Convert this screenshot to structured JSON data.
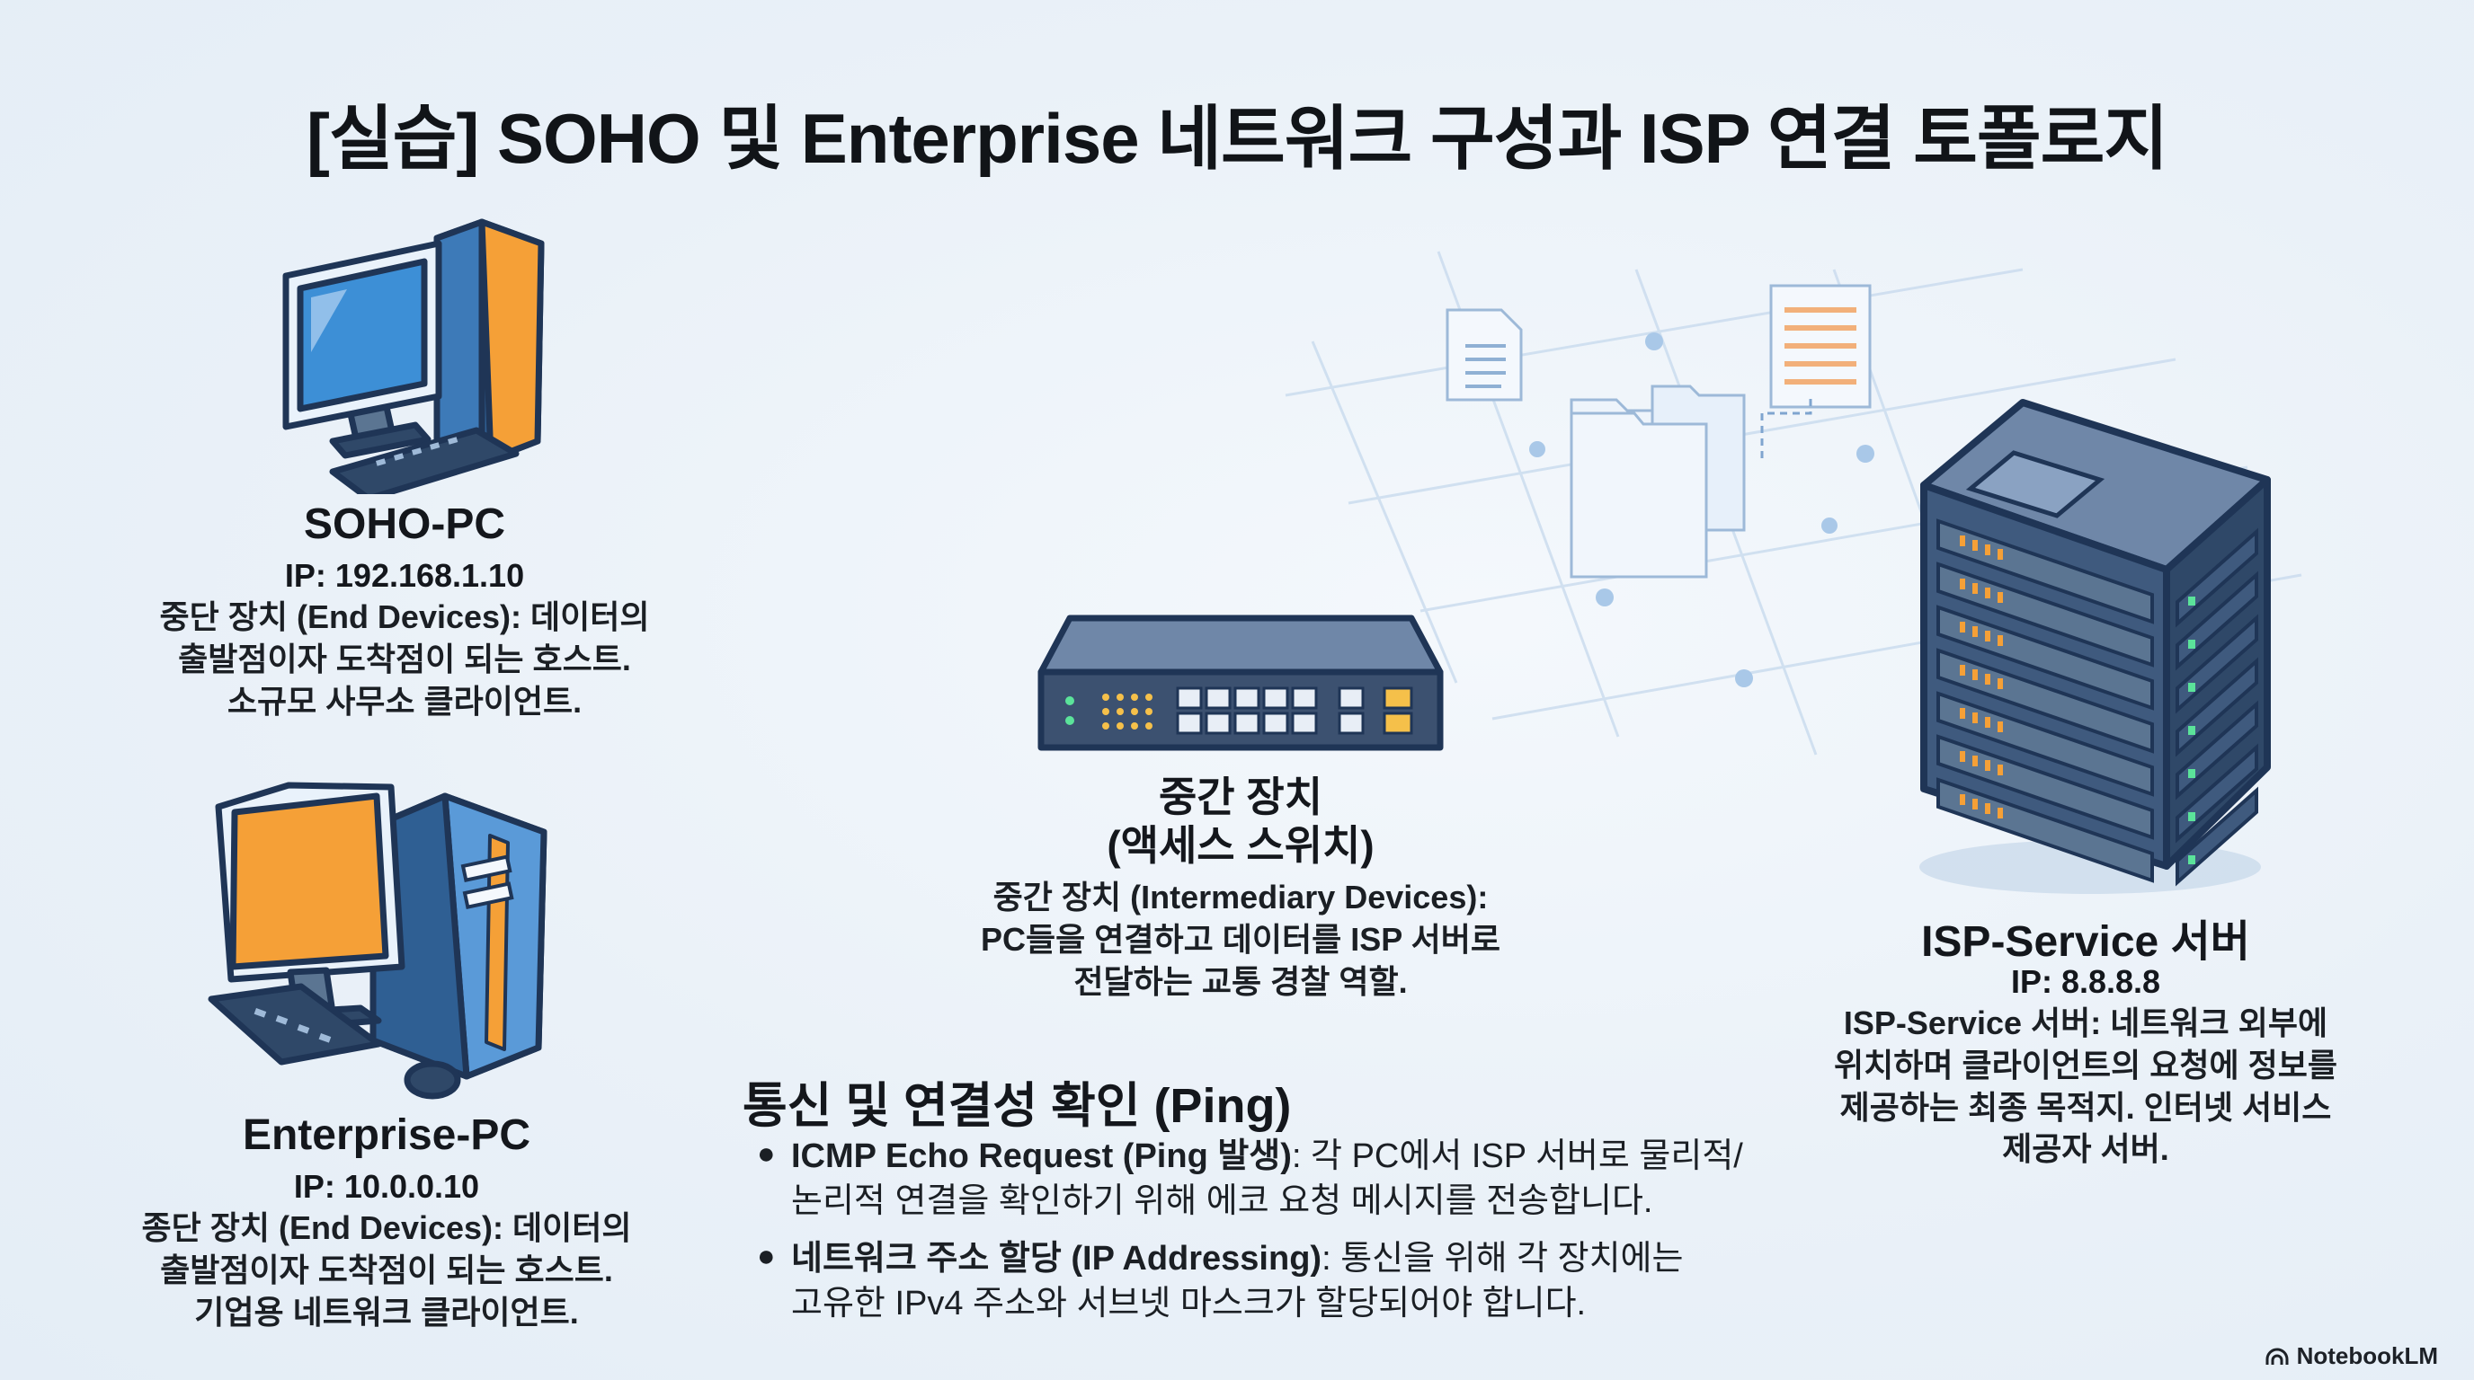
{
  "title": "[실습] SOHO 및 Enterprise 네트워크 구성과 ISP 연결 토폴로지",
  "soho_pc": {
    "name": "SOHO-PC",
    "ip": "IP: 192.168.1.10",
    "desc_lines": [
      "중단 장치 (End Devices): 데이터의",
      "출발점이자 도착점이 되는 호스트.",
      "소규모 사무소 클라이언트."
    ]
  },
  "enterprise_pc": {
    "name": "Enterprise-PC",
    "ip": "IP: 10.0.0.10",
    "desc_lines": [
      "종단 장치 (End Devices): 데이터의",
      "출발점이자 도착점이 되는 호스트.",
      "기업용 네트워크 클라이언트."
    ]
  },
  "switch": {
    "name_lines": [
      "중간 장치",
      "(액세스 스위치)"
    ],
    "desc_lines": [
      "중간 장치 (Intermediary Devices):",
      "PC들을 연결하고 데이터를 ISP 서버로",
      "전달하는 교통 경찰 역할."
    ]
  },
  "isp_server": {
    "name": "ISP-Service 서버",
    "ip": "IP: 8.8.8.8",
    "desc_lines": [
      "ISP-Service 서버: 네트워크 외부에",
      "위치하며 클라이언트의 요청에 정보를",
      "제공하는 최종 목적지. 인터넷 서비스",
      "제공자 서버."
    ]
  },
  "ping_section": {
    "title": "통신 및 연결성 확인 (Ping)",
    "items": [
      {
        "bold": "ICMP Echo Request (Ping 발생)",
        "line1_rest": ": 각 PC에서 ISP 서버로 물리적/",
        "line2": "논리적 연결을 확인하기 위해 에코 요청 메시지를 전송합니다."
      },
      {
        "bold": "네트워크 주소 할당 (IP Addressing)",
        "line1_rest": ": 통신을 위해 각 장치에는",
        "line2": "고유한 IPv4 주소와 서브넷 마스크가 할당되어야 합니다."
      }
    ]
  },
  "brand": "NotebookLM",
  "colors": {
    "pc_blue": "#3d8fd6",
    "pc_orange": "#f5a037",
    "outline": "#1f3556",
    "server_body": "#3f5a7e",
    "switch_body": "#3c5170"
  }
}
